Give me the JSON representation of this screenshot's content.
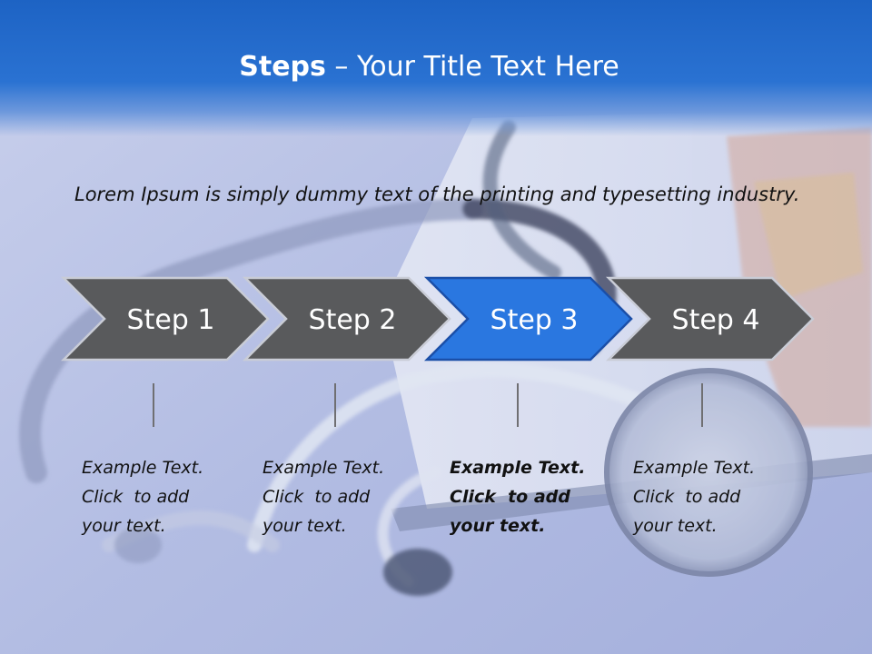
{
  "slide": {
    "title_bold": "Steps",
    "title_rest": " – Your Title Text Here",
    "intro": "Lorem Ipsum is simply dummy text of the printing and typesetting industry.",
    "colors": {
      "header_blue": "#1d63c4",
      "step_gray": "#595a5c",
      "step_active": "#2a77e0",
      "text": "#111111"
    }
  },
  "steps": [
    {
      "label": "Step 1",
      "active": false,
      "note": [
        "Example Text.",
        "Click  to add",
        "your text."
      ]
    },
    {
      "label": "Step 2",
      "active": false,
      "note": [
        "Example Text.",
        "Click  to add",
        "your text."
      ]
    },
    {
      "label": "Step 3",
      "active": true,
      "note": [
        "Example Text.",
        "Click  to add",
        "your text."
      ]
    },
    {
      "label": "Step 4",
      "active": false,
      "note": [
        "Example Text.",
        "Click  to add",
        "your text."
      ]
    }
  ],
  "background": {
    "icon": "stethoscope-photo"
  }
}
